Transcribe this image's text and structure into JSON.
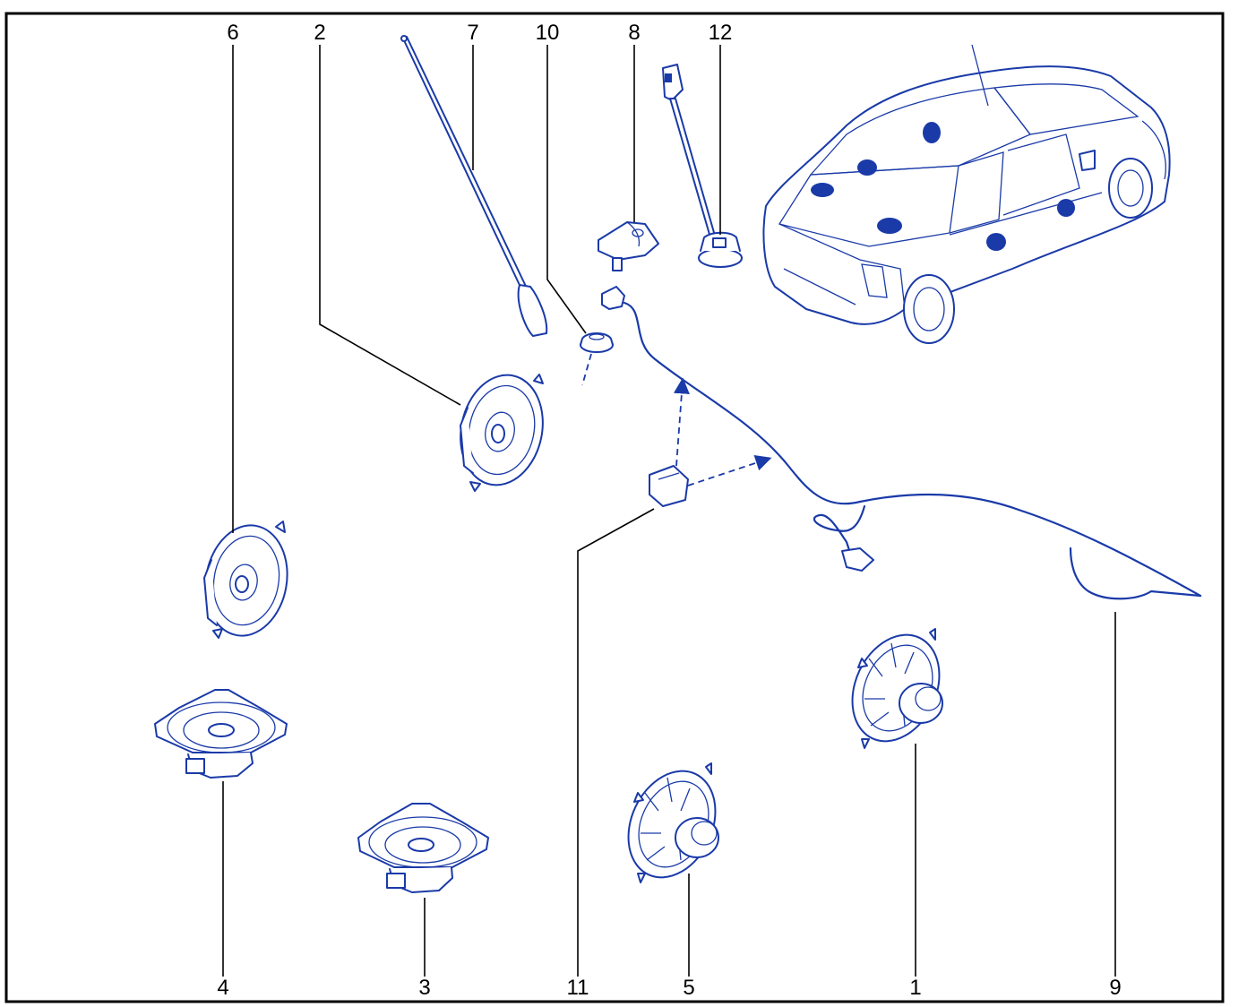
{
  "diagram": {
    "callouts": {
      "c1": "1",
      "c2": "2",
      "c3": "3",
      "c4": "4",
      "c5": "5",
      "c6": "6",
      "c7": "7",
      "c8": "8",
      "c9": "9",
      "c10": "10",
      "c11": "11",
      "c12": "12"
    },
    "colors": {
      "line_art": "#1a3aa8",
      "leader": "#000000",
      "background": "#ffffff"
    }
  }
}
